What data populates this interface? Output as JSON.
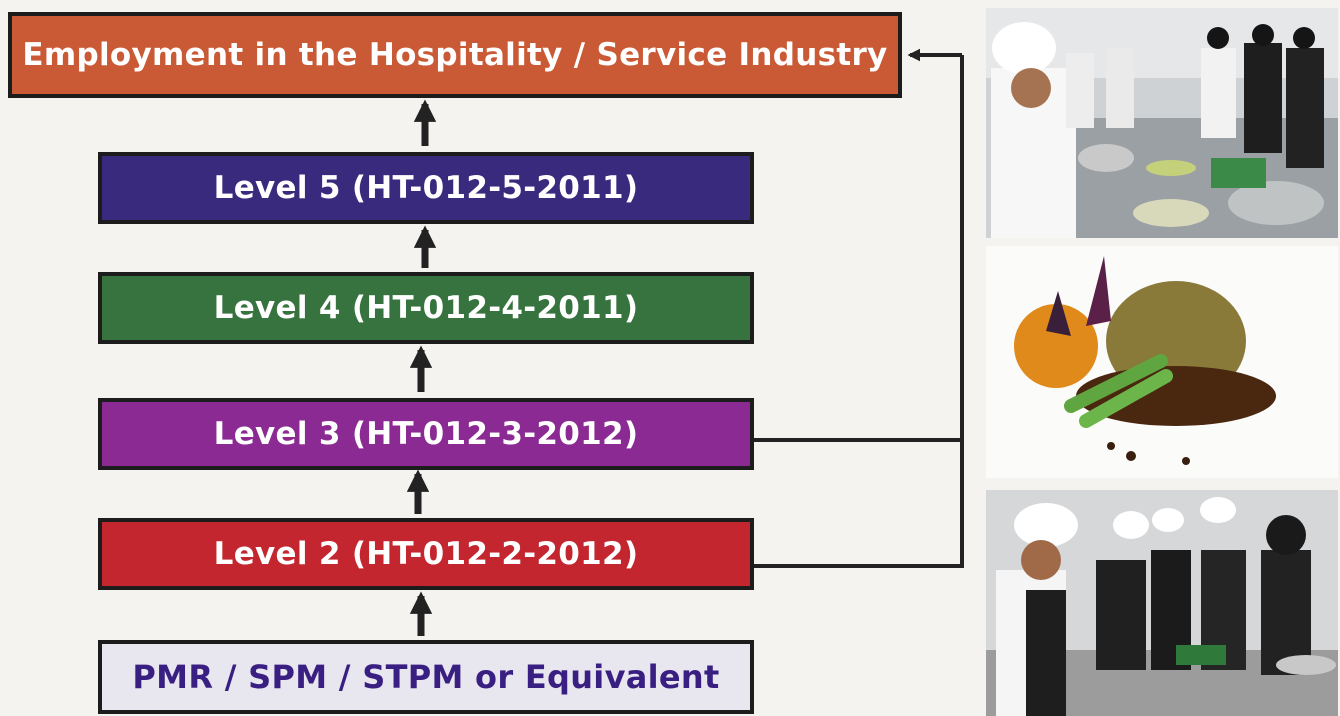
{
  "diagram": {
    "boxes": [
      {
        "id": "employment",
        "label": "Employment in the Hospitality / Service Industry",
        "fill": "#c95a35",
        "text_color": "#ffffff"
      },
      {
        "id": "level5",
        "label": "Level 5 (HT-012-5-2011)",
        "fill": "#3a2a7e",
        "text_color": "#ffffff"
      },
      {
        "id": "level4",
        "label": "Level 4 (HT-012-4-2011)",
        "fill": "#37733e",
        "text_color": "#ffffff"
      },
      {
        "id": "level3",
        "label": "Level 3 (HT-012-3-2012)",
        "fill": "#8a2a92",
        "text_color": "#ffffff"
      },
      {
        "id": "level2",
        "label": "Level 2 (HT-012-2-2012)",
        "fill": "#c3262e",
        "text_color": "#ffffff"
      },
      {
        "id": "entry",
        "label": "PMR / SPM / STPM or Equivalent",
        "fill": "#e8e6ee",
        "text_color": "#3a1f82"
      }
    ],
    "connectors": [
      {
        "from": "entry",
        "to": "level2"
      },
      {
        "from": "level2",
        "to": "level3"
      },
      {
        "from": "level3",
        "to": "level4"
      },
      {
        "from": "level4",
        "to": "level5"
      },
      {
        "from": "level5",
        "to": "employment"
      },
      {
        "from": "level3",
        "to": "employment"
      },
      {
        "from": "level2",
        "to": "employment"
      }
    ],
    "line_color": "#222222"
  },
  "photos": [
    {
      "id": "kitchen-class",
      "subject": "chef instructing students in kitchen"
    },
    {
      "id": "plated-dish",
      "subject": "plated meat dish with sauce"
    },
    {
      "id": "students-cooking",
      "subject": "students cooking at counter"
    }
  ]
}
